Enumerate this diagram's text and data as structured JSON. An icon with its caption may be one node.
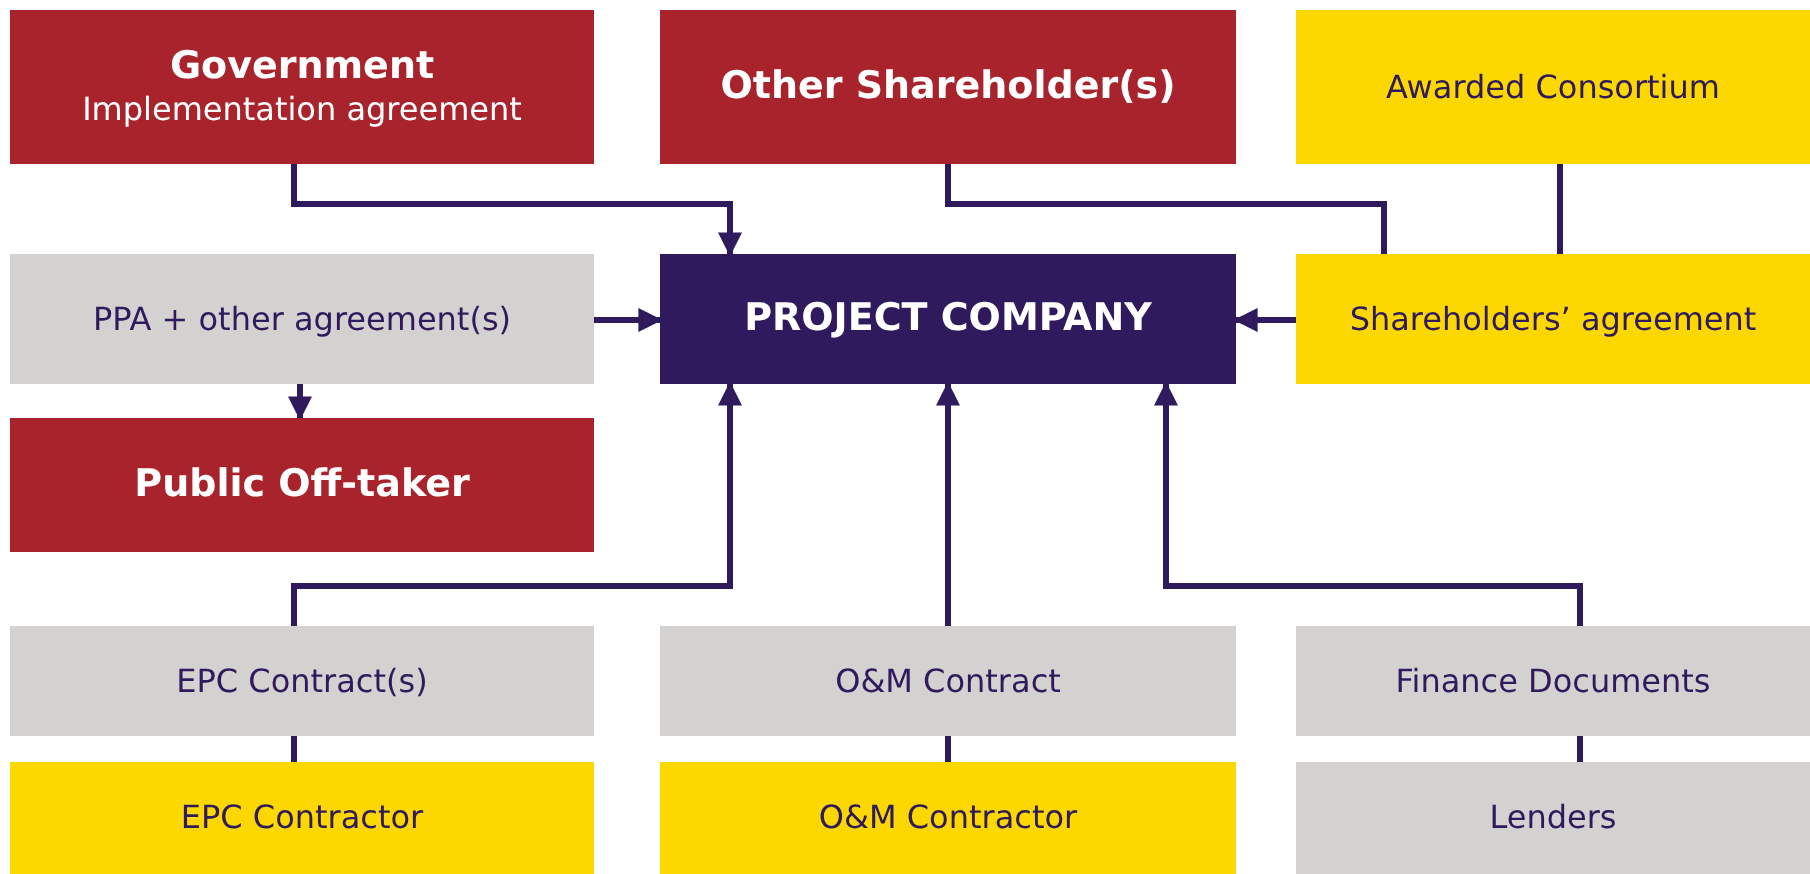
{
  "diagram": {
    "nodes": [
      {
        "text": [
          "Government",
          "Implementation agreement"
        ]
      },
      {
        "text": [
          "Other Shareholder(s)"
        ]
      },
      {
        "text": [
          "Awarded Consortium"
        ]
      },
      {
        "text": [
          "PPA + other agreement(s)"
        ]
      },
      {
        "text": [
          "PROJECT COMPANY"
        ]
      },
      {
        "text": [
          "Shareholders’ agreement"
        ]
      },
      {
        "text": [
          "Public Off-taker"
        ]
      },
      {
        "text": [
          "EPC Contract(s)"
        ]
      },
      {
        "text": [
          "O&M Contract"
        ]
      },
      {
        "text": [
          "Finance Documents"
        ]
      },
      {
        "text": [
          "EPC Contractor"
        ]
      },
      {
        "text": [
          "O&M Contractor"
        ]
      },
      {
        "text": [
          "Lenders"
        ]
      }
    ],
    "edges": [
      {
        "from": 0,
        "to": 4,
        "arrow": "to"
      },
      {
        "from": 1,
        "to": 5,
        "arrow": "none"
      },
      {
        "from": 2,
        "to": 5,
        "arrow": "none"
      },
      {
        "from": 3,
        "to": 4,
        "arrow": "to"
      },
      {
        "from": 5,
        "to": 4,
        "arrow": "to"
      },
      {
        "from": 3,
        "to": 6,
        "arrow": "to"
      },
      {
        "from": 7,
        "to": 4,
        "arrow": "to"
      },
      {
        "from": 8,
        "to": 4,
        "arrow": "to"
      },
      {
        "from": 9,
        "to": 4,
        "arrow": "to"
      },
      {
        "from": 10,
        "to": 7,
        "arrow": "none"
      },
      {
        "from": 11,
        "to": 8,
        "arrow": "none"
      },
      {
        "from": 12,
        "to": 9,
        "arrow": "none"
      }
    ]
  }
}
